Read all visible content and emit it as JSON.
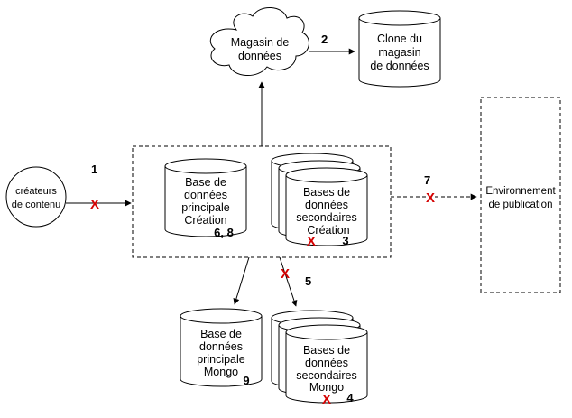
{
  "colors": {
    "stroke": "#000000",
    "x_mark": "#d40000",
    "background": "#ffffff"
  },
  "cloud": {
    "line1": "Magasin de",
    "line2": "données"
  },
  "clone": {
    "line1": "Clone du",
    "line2": "magasin",
    "line3": "de données"
  },
  "creators": {
    "line1": "créateurs",
    "line2": "de contenu"
  },
  "author_primary": {
    "line1": "Base de",
    "line2": "données",
    "line3": "principale",
    "line4": "Création",
    "number": "6, 8"
  },
  "author_secondary": {
    "line1": "Bases de",
    "line2": "données",
    "line3": "secondaires",
    "line4": "Création",
    "number": "3"
  },
  "publish": {
    "line1": "Environnement",
    "line2": "de publication"
  },
  "mongo_primary": {
    "line1": "Base de",
    "line2": "données",
    "line3": "principale",
    "line4": "Mongo",
    "number": "9"
  },
  "mongo_secondary": {
    "line1": "Bases de",
    "line2": "données",
    "line3": "secondaires",
    "line4": "Mongo",
    "number": "4"
  },
  "steps": {
    "s1": "1",
    "s2": "2",
    "s5": "5",
    "s7": "7"
  },
  "x_mark": "X"
}
